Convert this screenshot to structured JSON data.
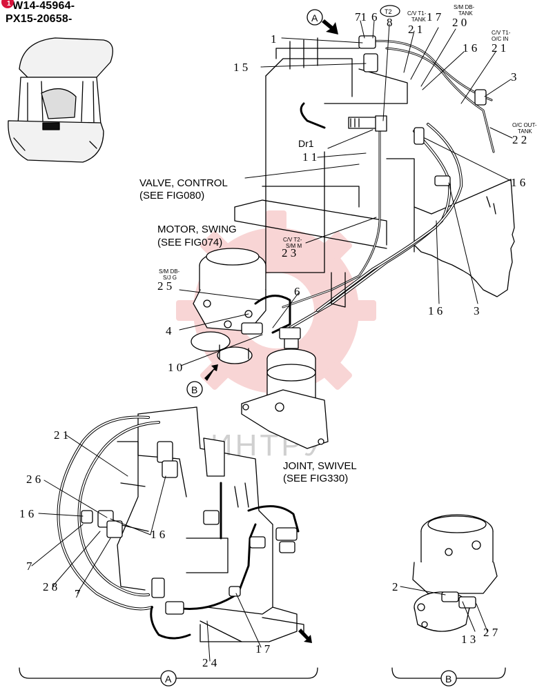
{
  "header": {
    "serial_1": "- W14-45964-",
    "serial_2": "PX15-20658-",
    "badge_number": "1"
  },
  "views": {
    "view_a_letter": "A",
    "view_b_letter": "B"
  },
  "callouts": {
    "c1": "1",
    "c15": "1 5",
    "c71": "71",
    "c6_top": "6",
    "c8": "8",
    "c17": "1 7",
    "c20": "2 0",
    "c21_top": "2 1",
    "c21_right": "2 1",
    "c16_top": "1 6",
    "c3_top": "3",
    "c22": "2 2",
    "c16_mid": "1 6",
    "c11": "1 1",
    "c23": "2 3",
    "c25": "2 5",
    "c6_mid": "6",
    "c4": "4",
    "c10": "1 0",
    "c16_bot": "1 6",
    "c3_bot": "3",
    "a21": "2 1",
    "a26": "2 6",
    "a16_left": "1 6",
    "a16_mid": "1 6",
    "a7_left": "7",
    "a28": "2 8",
    "a7_mid": "7",
    "a17": "1 7",
    "a24": "2 4",
    "b2": "2",
    "b13": "1 3",
    "b27": "2 7"
  },
  "small_labels": {
    "t2_tag": "T2",
    "cv_t1_tank": [
      "C/V T1-",
      "TANK"
    ],
    "sm_db_tank": [
      "S/M DB-",
      "TANK"
    ],
    "cv_t1_oc_in": [
      "C/V T1-",
      "O/C IN"
    ],
    "oc_out_tank": [
      "O/C OUT-",
      "TANK"
    ],
    "cv_t2_sm_m": [
      "C/V T2-",
      "S/M M"
    ],
    "sm_db_sjg": [
      "S/M DB-",
      "S/J G"
    ],
    "dr1": "Dr1"
  },
  "references": {
    "valve_control": [
      "VALVE, CONTROL",
      "(SEE FIG080)"
    ],
    "motor_swing": [
      "MOTOR, SWING",
      "(SEE FIG074)"
    ],
    "joint_swivel": [
      "JOINT, SWIVEL",
      "(SEE FIG330)"
    ]
  },
  "watermark": "ИНТРУ",
  "colors": {
    "line": "#000000",
    "watermark_gear": "#f3b3b3",
    "badge": "#d7143c"
  }
}
